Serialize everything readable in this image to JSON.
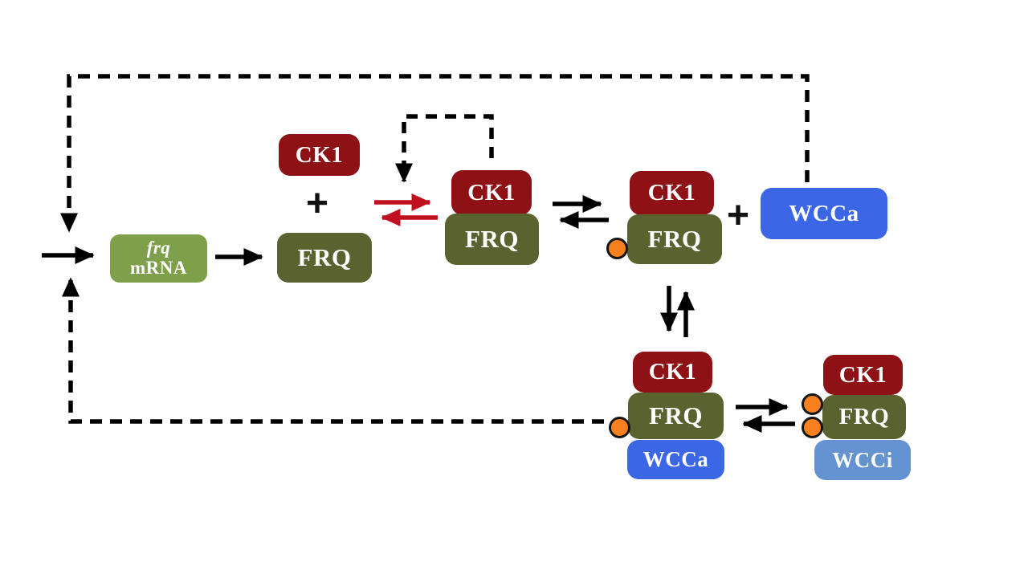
{
  "nodes": {
    "frq_mrna": {
      "line1": "frq",
      "line2": "mRNA"
    },
    "ck1_free": {
      "label": "CK1"
    },
    "frq_free": {
      "label": "FRQ"
    },
    "plus_1": {
      "label": "+"
    },
    "plus_2": {
      "label": "+"
    },
    "wcca_free": {
      "label": "WCCa"
    },
    "complex_ck1_frq": {
      "ck1": "CK1",
      "frq": "FRQ"
    },
    "complex_ck1_frq_p": {
      "ck1": "CK1",
      "frq": "FRQ"
    },
    "complex_ck1_frq_p_wcca": {
      "ck1": "CK1",
      "frq": "FRQ",
      "wcc": "WCCa"
    },
    "complex_ck1_frq_pp_wcci": {
      "ck1": "CK1",
      "frq": "FRQ",
      "wcc": "WCCi"
    }
  },
  "colors": {
    "ck1_red": "#8E1215",
    "frq_olive": "#5A6330",
    "frq_mrna_green": "#7EA04A",
    "wcca_blue": "#3B66E6",
    "wcci_blue": "#6593D2",
    "phosphate_orange": "#F8801F",
    "red_arrow": "#C01020",
    "line_black": "#000000"
  }
}
